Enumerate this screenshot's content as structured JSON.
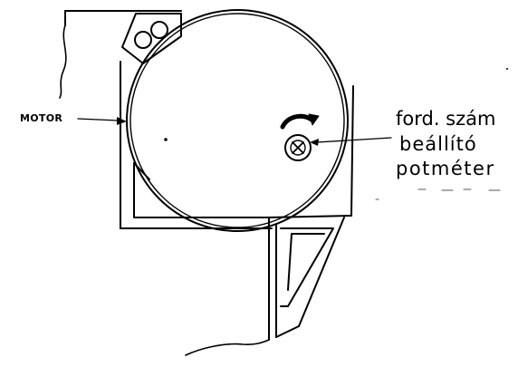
{
  "labels": {
    "motor": "MOTOR",
    "pot_line1": "ford. szám",
    "pot_line2": "beállító",
    "pot_line3": "potméter"
  },
  "colors": {
    "ink": "#000000",
    "paper": "#ffffff"
  }
}
